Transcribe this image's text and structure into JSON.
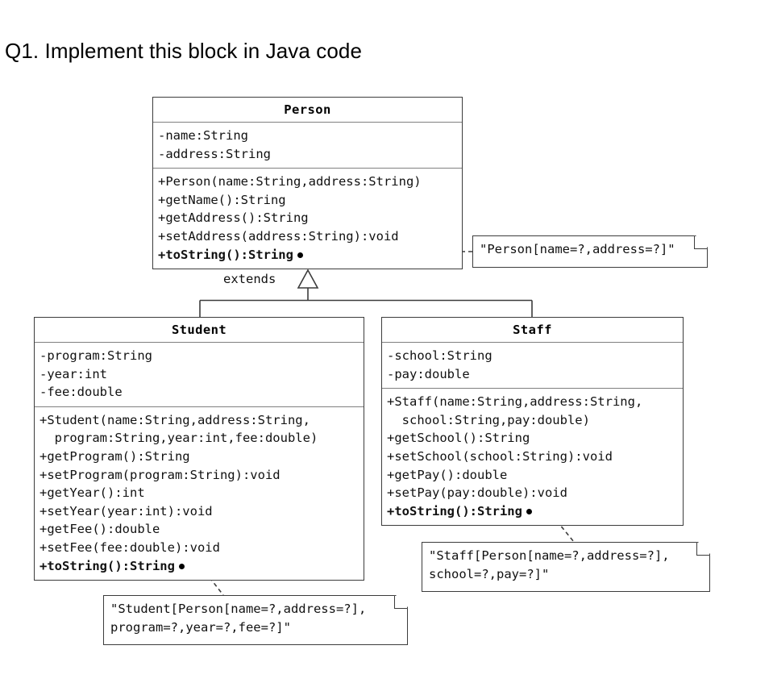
{
  "page": {
    "title": "Q1. Implement this block in Java code",
    "background_color": "#ffffff",
    "line_color": "#3c3c3c",
    "divider_color": "#808080",
    "text_color": "#111111"
  },
  "diagram": {
    "type": "uml-class-diagram",
    "relationship_label": "extends",
    "relationship_kind": "generalization",
    "classes": [
      {
        "id": "person",
        "name": "Person",
        "attributes": [
          "-name:String",
          "-address:String"
        ],
        "methods": [
          {
            "text": "+Person(name:String,address:String)",
            "bold": false,
            "anchor": false
          },
          {
            "text": "+getName():String",
            "bold": false,
            "anchor": false
          },
          {
            "text": "+getAddress():String",
            "bold": false,
            "anchor": false
          },
          {
            "text": "+setAddress(address:String):void",
            "bold": false,
            "anchor": false
          },
          {
            "text": "+toString():String",
            "bold": true,
            "anchor": true
          }
        ]
      },
      {
        "id": "student",
        "name": "Student",
        "attributes": [
          "-program:String",
          "-year:int",
          "-fee:double"
        ],
        "methods": [
          {
            "text": "+Student(name:String,address:String,\n  program:String,year:int,fee:double)",
            "bold": false,
            "anchor": false
          },
          {
            "text": "+getProgram():String",
            "bold": false,
            "anchor": false
          },
          {
            "text": "+setProgram(program:String):void",
            "bold": false,
            "anchor": false
          },
          {
            "text": "+getYear():int",
            "bold": false,
            "anchor": false
          },
          {
            "text": "+setYear(year:int):void",
            "bold": false,
            "anchor": false
          },
          {
            "text": "+getFee():double",
            "bold": false,
            "anchor": false
          },
          {
            "text": "+setFee(fee:double):void",
            "bold": false,
            "anchor": false
          },
          {
            "text": "+toString():String",
            "bold": true,
            "anchor": true
          }
        ]
      },
      {
        "id": "staff",
        "name": "Staff",
        "attributes": [
          "-school:String",
          "-pay:double"
        ],
        "methods": [
          {
            "text": "+Staff(name:String,address:String,\n  school:String,pay:double)",
            "bold": false,
            "anchor": false
          },
          {
            "text": "+getSchool():String",
            "bold": false,
            "anchor": false
          },
          {
            "text": "+setSchool(school:String):void",
            "bold": false,
            "anchor": false
          },
          {
            "text": "+getPay():double",
            "bold": false,
            "anchor": false
          },
          {
            "text": "+setPay(pay:double):void",
            "bold": false,
            "anchor": false
          },
          {
            "text": "+toString():String",
            "bold": true,
            "anchor": true
          }
        ]
      }
    ],
    "notes": [
      {
        "id": "person-note",
        "attached_to": "person",
        "text": "\"Person[name=?,address=?]\""
      },
      {
        "id": "staff-note",
        "attached_to": "staff",
        "text": "\"Staff[Person[name=?,address=?],\nschool=?,pay=?]\""
      },
      {
        "id": "student-note",
        "attached_to": "student",
        "text": "\"Student[Person[name=?,address=?],\nprogram=?,year=?,fee=?]\""
      }
    ]
  }
}
